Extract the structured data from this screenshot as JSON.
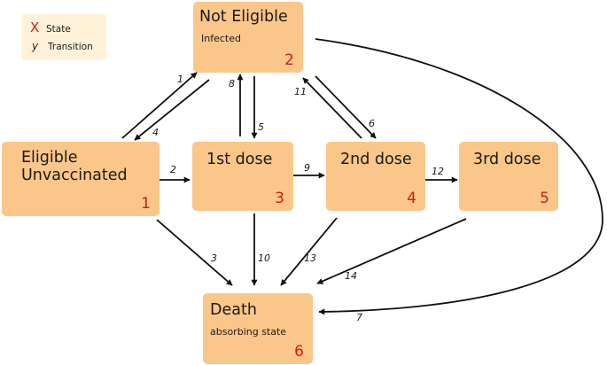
{
  "legend": {
    "state_symbol": "X",
    "state_label": "State",
    "transition_symbol": "y",
    "transition_label": "Transition"
  },
  "states": [
    {
      "id": 1,
      "title_lines": [
        "Eligible",
        "Unvaccinated"
      ],
      "subtitle": "",
      "number": "1"
    },
    {
      "id": 2,
      "title_lines": [
        "Not Eligible"
      ],
      "subtitle": "Infected",
      "number": "2"
    },
    {
      "id": 3,
      "title_lines": [
        "1st dose"
      ],
      "subtitle": "",
      "number": "3"
    },
    {
      "id": 4,
      "title_lines": [
        "2nd dose"
      ],
      "subtitle": "",
      "number": "4"
    },
    {
      "id": 5,
      "title_lines": [
        "3rd dose"
      ],
      "subtitle": "",
      "number": "5"
    },
    {
      "id": 6,
      "title_lines": [
        "Death"
      ],
      "subtitle": "absorbing state",
      "number": "6"
    }
  ],
  "transitions": [
    {
      "label": "1",
      "from": 1,
      "to": 2
    },
    {
      "label": "2",
      "from": 1,
      "to": 3
    },
    {
      "label": "3",
      "from": 1,
      "to": 6
    },
    {
      "label": "4",
      "from": 2,
      "to": 1
    },
    {
      "label": "5",
      "from": 2,
      "to": 3
    },
    {
      "label": "6",
      "from": 2,
      "to": 4
    },
    {
      "label": "7",
      "from": 2,
      "to": 6
    },
    {
      "label": "8",
      "from": 3,
      "to": 2
    },
    {
      "label": "9",
      "from": 3,
      "to": 4
    },
    {
      "label": "10",
      "from": 3,
      "to": 6
    },
    {
      "label": "11",
      "from": 4,
      "to": 2
    },
    {
      "label": "12",
      "from": 4,
      "to": 5
    },
    {
      "label": "13",
      "from": 4,
      "to": 6
    },
    {
      "label": "14",
      "from": 5,
      "to": 6
    }
  ]
}
